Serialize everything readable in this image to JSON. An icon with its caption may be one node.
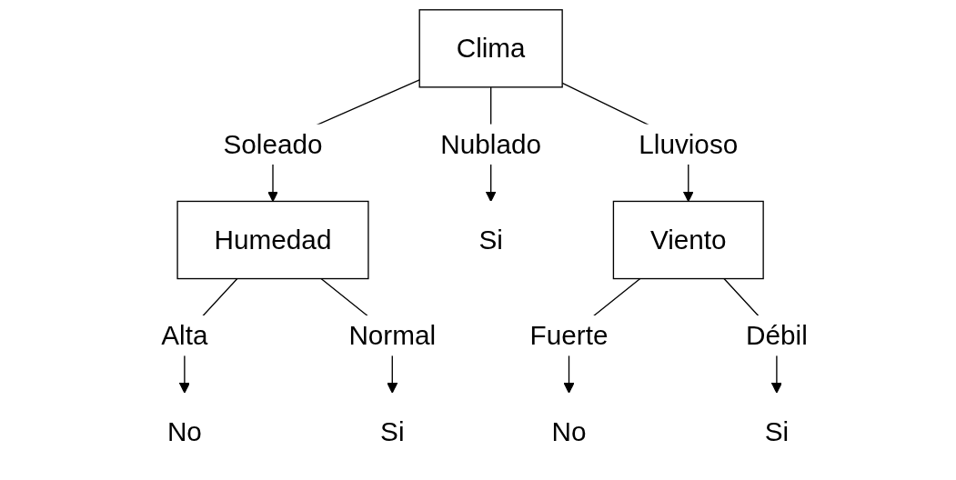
{
  "diagram": {
    "nodes": [
      {
        "text": [
          "Clima"
        ]
      },
      {
        "text": [
          "Humedad"
        ]
      },
      {
        "text": [
          "Si"
        ]
      },
      {
        "text": [
          "Viento"
        ]
      },
      {
        "text": [
          "No"
        ]
      },
      {
        "text": [
          "Si"
        ]
      },
      {
        "text": [
          "No"
        ]
      },
      {
        "text": [
          "Si"
        ]
      }
    ],
    "edges": [
      {
        "from": 0,
        "to": 1,
        "arrow": "to",
        "label": "Soleado"
      },
      {
        "from": 0,
        "to": 2,
        "arrow": "to",
        "label": "Nublado"
      },
      {
        "from": 0,
        "to": 3,
        "arrow": "to",
        "label": "Lluvioso"
      },
      {
        "from": 1,
        "to": 4,
        "arrow": "to",
        "label": "Alta"
      },
      {
        "from": 1,
        "to": 5,
        "arrow": "to",
        "label": "Normal"
      },
      {
        "from": 3,
        "to": 6,
        "arrow": "to",
        "label": "Fuerte"
      },
      {
        "from": 3,
        "to": 7,
        "arrow": "to",
        "label": "Débil"
      }
    ]
  }
}
